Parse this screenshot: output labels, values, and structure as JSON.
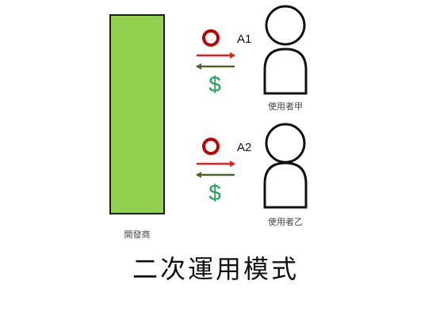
{
  "developer": {
    "label": "開發商",
    "fill_color": "#92d050",
    "stroke_color": "#1a1a1a"
  },
  "users": [
    {
      "label": "使用者甲",
      "app_label": "A1",
      "price_symbol": "$",
      "product_icon": "red-ring-icon",
      "payment_icon": "dollar-sign-icon"
    },
    {
      "label": "使用者乙",
      "app_label": "A2",
      "price_symbol": "$",
      "product_icon": "red-ring-icon",
      "payment_icon": "dollar-sign-icon"
    }
  ],
  "title": "二次運用模式",
  "colors": {
    "product_ring": "#c00000",
    "product_arrow": "#e02020",
    "payment_arrow": "#4f6228",
    "dollar": "#1aa84a"
  }
}
